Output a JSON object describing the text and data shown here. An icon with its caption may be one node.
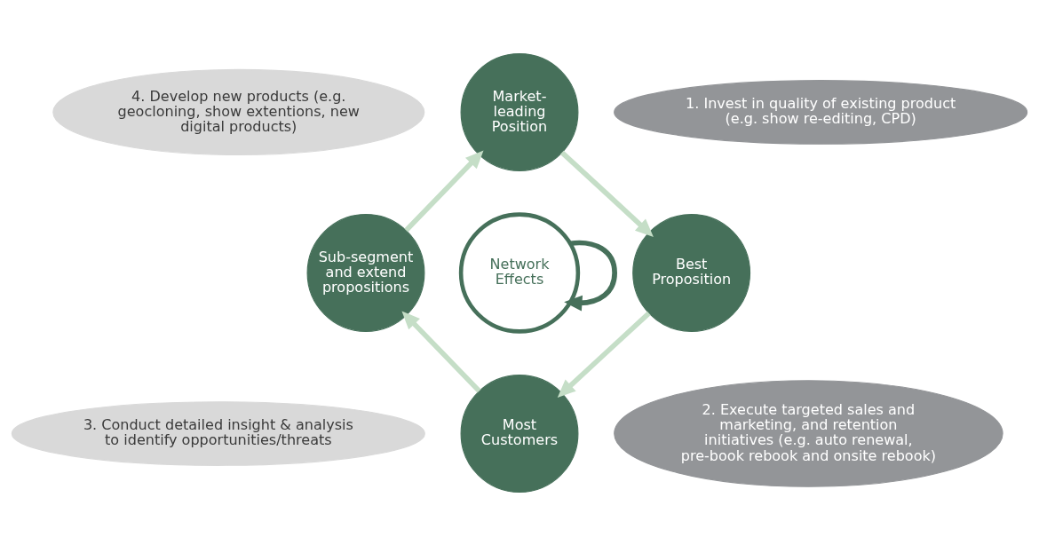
{
  "diagram": {
    "nodes": [
      {
        "text": [
          "4. Develop new products (e.g. geocloning, show extentions, new digital products)"
        ]
      },
      {
        "text": [
          "Market-leading Position"
        ]
      },
      {
        "text": [
          "1. Invest in quality of existing product (e.g. show re-editing, CPD)"
        ]
      },
      {
        "text": [
          "Sub-segment and extend propositions"
        ]
      },
      {
        "text": [
          "Network Effects"
        ]
      },
      {
        "text": [
          "Best Proposition"
        ]
      },
      {
        "text": [
          "Most Customers"
        ]
      },
      {
        "text": [
          "3. Conduct detailed insight & analysis to identify opportunities/threats"
        ]
      },
      {
        "text": [
          "2. Execute targeted sales and marketing, and retention initiatives (e.g. auto renewal, pre-book rebook and onsite rebook)"
        ]
      }
    ],
    "edges": [
      {
        "from": 1,
        "to": 5,
        "arrow": "to"
      },
      {
        "from": 5,
        "to": 6,
        "arrow": "to"
      },
      {
        "from": 6,
        "to": 3,
        "arrow": "to"
      },
      {
        "from": 3,
        "to": 1,
        "arrow": "to"
      },
      {
        "from": 4,
        "to": 4,
        "arrow": "to",
        "color": "#46705a"
      }
    ]
  }
}
